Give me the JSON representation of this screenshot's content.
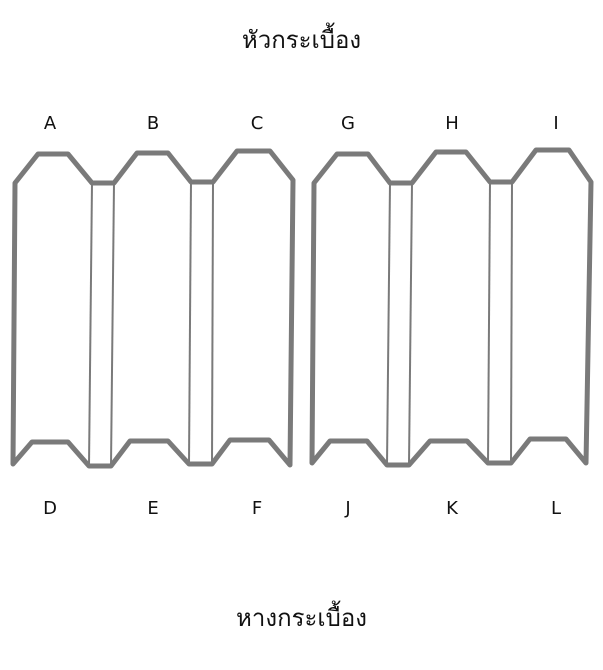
{
  "title_top": "หัวกระเบื้อง",
  "title_bottom": "หางกระเบื้อง",
  "top_labels": [
    "A",
    "B",
    "C",
    "G",
    "H",
    "I"
  ],
  "bottom_labels": [
    "D",
    "E",
    "F",
    "J",
    "K",
    "L"
  ],
  "colors": {
    "outline": "#7a7a7a",
    "text": "#111111"
  }
}
